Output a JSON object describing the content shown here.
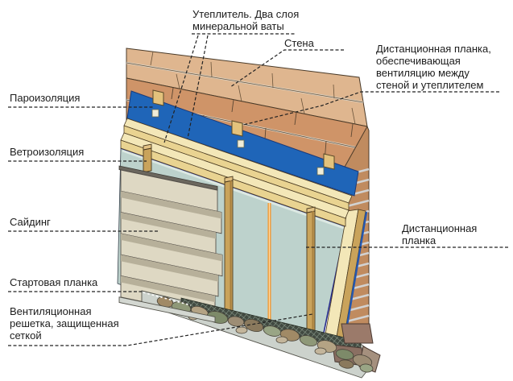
{
  "labels": {
    "insulation": {
      "lines": [
        "Утеплитель. Два слоя",
        "минеральной ваты"
      ]
    },
    "wall": {
      "lines": [
        "Стена"
      ]
    },
    "distance_strip_vent": {
      "lines": [
        "Дистанционная планка,",
        "обеспечивающая",
        "вентиляцию между",
        "стеной и утеплителем"
      ]
    },
    "vapor_barrier": {
      "lines": [
        "Пароизоляция"
      ]
    },
    "wind_barrier": {
      "lines": [
        "Ветроизоляция"
      ]
    },
    "siding": {
      "lines": [
        "Сайдинг"
      ]
    },
    "distance_strip": {
      "lines": [
        "Дистанционная",
        "планка"
      ]
    },
    "starter_strip": {
      "lines": [
        "Стартовая планка"
      ]
    },
    "vent_grille": {
      "lines": [
        "Вентиляционная",
        "решетка, защищенная",
        "сеткой"
      ]
    }
  },
  "colors": {
    "brick_front": "#cf9468",
    "brick_top": "#dfb68f",
    "brick_side": "#c08b5f",
    "vapor_barrier_blue": "#1f65b8",
    "insulation_cream": "#f3e7b8",
    "insulation_front": "#e9d391",
    "wind_barrier": "#bdd2cc",
    "siding": "#ded8c3",
    "wood_batten": "#c9a35b",
    "orange_level": "#ef9530",
    "mesh_dark": "#414a41",
    "stone_mortar": "#ccd2cc",
    "foundation_brick": "#9b7a6a"
  }
}
